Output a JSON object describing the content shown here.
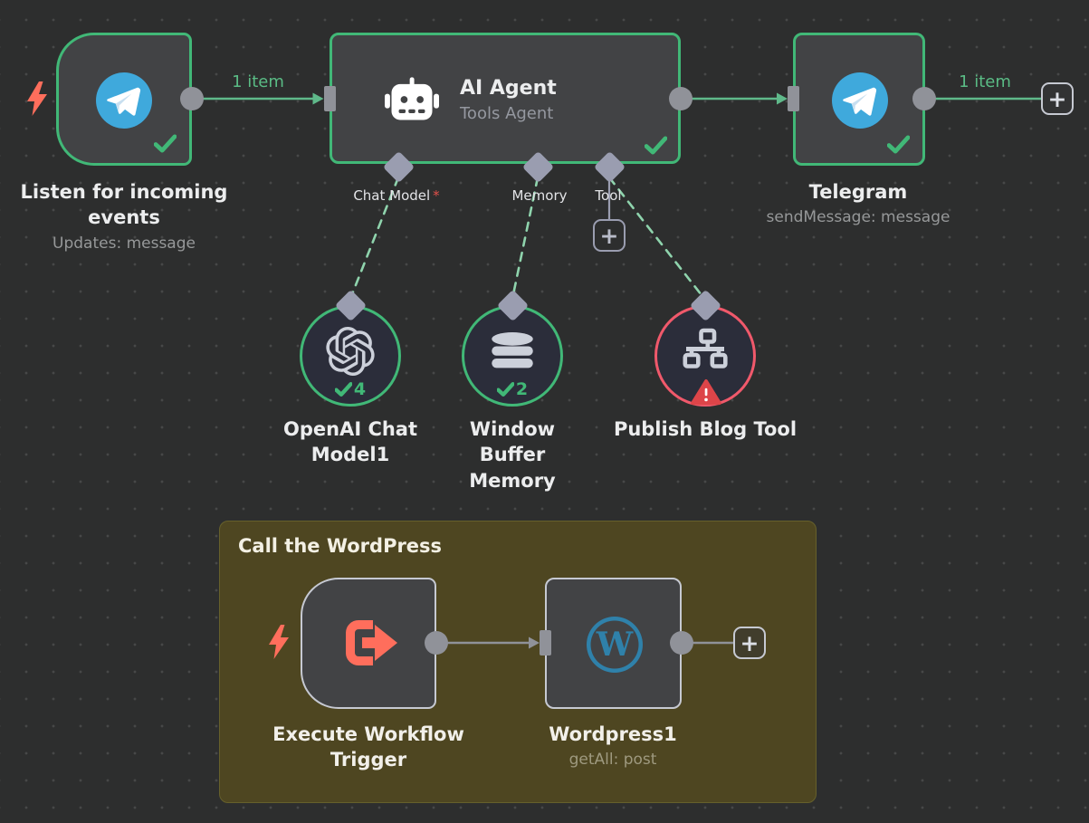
{
  "canvas": {
    "background": "#2d2e2e",
    "dot_color": "#474848"
  },
  "colors": {
    "success_green": "#41b877",
    "connection_green": "#5fb98a",
    "dashed_green": "#8fd4ad",
    "error_red": "#f0596b",
    "warning_red": "#dd4549",
    "accent_coral": "#ff6e5c",
    "port_gray": "#909299",
    "diamond_gray": "#9a9db0",
    "node_fill": "#424345",
    "subnode_fill": "#2b2d3a",
    "sticky_bg": "#4e4621",
    "telegram_blue": "#3fa9dc",
    "wordpress_blue": "#2f81aa"
  },
  "nodes": {
    "telegram_trigger": {
      "title": "Listen for incoming events",
      "subtitle": "Updates: message"
    },
    "ai_agent": {
      "title": "AI Agent",
      "subtitle": "Tools Agent",
      "port_chat_model": "Chat Model",
      "required_marker": "*",
      "port_memory": "Memory",
      "port_tool": "Tool"
    },
    "telegram_send": {
      "title": "Telegram",
      "subtitle": "sendMessage: message"
    },
    "openai_chat_model": {
      "title": "OpenAI Chat Model1",
      "run_count": "4"
    },
    "window_buffer_memory": {
      "title": "Window Buffer Memory",
      "run_count": "2"
    },
    "publish_blog_tool": {
      "title": "Publish Blog Tool"
    },
    "execute_workflow_trigger": {
      "title": "Execute Workflow Trigger"
    },
    "wordpress": {
      "title": "Wordpress1",
      "subtitle": "getAll: post"
    }
  },
  "sticky_note": {
    "title": "Call the WordPress"
  },
  "connections": {
    "trigger_to_agent_label": "1 item",
    "telegram_output_label": "1 item"
  },
  "glyphs": {
    "plus": "+"
  }
}
